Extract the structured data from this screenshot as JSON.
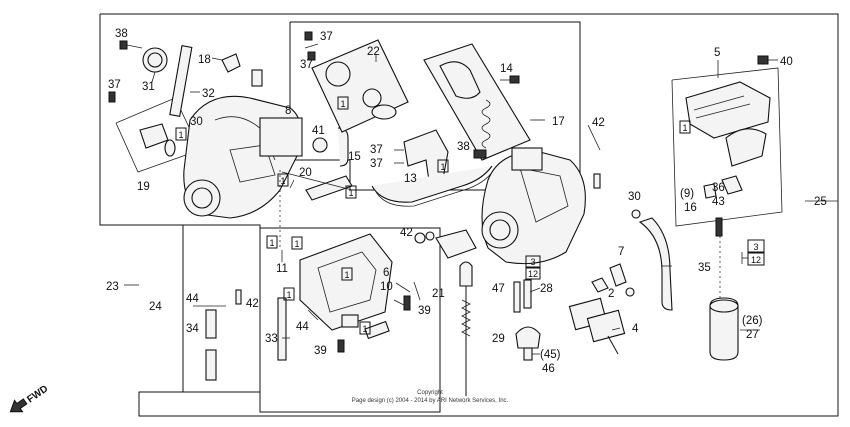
{
  "callouts": [
    {
      "id": "c38",
      "text": "38"
    },
    {
      "id": "c31",
      "text": "31"
    },
    {
      "id": "c18",
      "text": "18"
    },
    {
      "id": "c32",
      "text": "32"
    },
    {
      "id": "c37a",
      "text": "37"
    },
    {
      "id": "c30a",
      "text": "30"
    },
    {
      "id": "c19",
      "text": "19"
    },
    {
      "id": "c8",
      "text": "8"
    },
    {
      "id": "c41",
      "text": "41"
    },
    {
      "id": "c15",
      "text": "15"
    },
    {
      "id": "c20",
      "text": "20"
    },
    {
      "id": "c11",
      "text": "11"
    },
    {
      "id": "c37b",
      "text": "37"
    },
    {
      "id": "c37c",
      "text": "37"
    },
    {
      "id": "c22",
      "text": "22"
    },
    {
      "id": "c14",
      "text": "14"
    },
    {
      "id": "c17",
      "text": "17"
    },
    {
      "id": "c37d",
      "text": "37"
    },
    {
      "id": "c37e",
      "text": "37"
    },
    {
      "id": "c38b",
      "text": "38"
    },
    {
      "id": "c13",
      "text": "13"
    },
    {
      "id": "c42a",
      "text": "42"
    },
    {
      "id": "c5",
      "text": "5"
    },
    {
      "id": "c40",
      "text": "40"
    },
    {
      "id": "c25",
      "text": "25"
    },
    {
      "id": "c30b",
      "text": "30"
    },
    {
      "id": "c9",
      "text": "(9)"
    },
    {
      "id": "c16",
      "text": "16"
    },
    {
      "id": "c36",
      "text": "36"
    },
    {
      "id": "c43",
      "text": "43"
    },
    {
      "id": "c23",
      "text": "23"
    },
    {
      "id": "c24",
      "text": "24"
    },
    {
      "id": "c44a",
      "text": "44"
    },
    {
      "id": "c42b",
      "text": "42"
    },
    {
      "id": "c34",
      "text": "34"
    },
    {
      "id": "c33",
      "text": "33"
    },
    {
      "id": "c44b",
      "text": "44"
    },
    {
      "id": "c39a",
      "text": "39"
    },
    {
      "id": "c39b",
      "text": "39"
    },
    {
      "id": "c6",
      "text": "6"
    },
    {
      "id": "c10",
      "text": "10"
    },
    {
      "id": "c42c",
      "text": "42"
    },
    {
      "id": "c21",
      "text": "21"
    },
    {
      "id": "c47",
      "text": "47"
    },
    {
      "id": "c28",
      "text": "28"
    },
    {
      "id": "c29",
      "text": "29"
    },
    {
      "id": "c45",
      "text": "(45)"
    },
    {
      "id": "c46",
      "text": "46"
    },
    {
      "id": "c7",
      "text": "7"
    },
    {
      "id": "c2",
      "text": "2"
    },
    {
      "id": "c4",
      "text": "4"
    },
    {
      "id": "c35",
      "text": "35"
    },
    {
      "id": "c26",
      "text": "(26)"
    },
    {
      "id": "c27",
      "text": "27"
    }
  ],
  "boxed_labels": [
    {
      "id": "b1a",
      "text": "1"
    },
    {
      "id": "b1b",
      "text": "1"
    },
    {
      "id": "b1c",
      "text": "1"
    },
    {
      "id": "b1d",
      "text": "1"
    },
    {
      "id": "b1e",
      "text": "1"
    },
    {
      "id": "b1f",
      "text": "1"
    },
    {
      "id": "b1g",
      "text": "1"
    },
    {
      "id": "b1h",
      "text": "1"
    },
    {
      "id": "b1i",
      "text": "1"
    },
    {
      "id": "b1j",
      "text": "1"
    },
    {
      "id": "b1k",
      "text": "1"
    },
    {
      "id": "b3a",
      "text": "3"
    },
    {
      "id": "b12a",
      "text": "12"
    },
    {
      "id": "b3b",
      "text": "3"
    },
    {
      "id": "b12b",
      "text": "12"
    }
  ],
  "copyright_lines": [
    "Copyright",
    "Page design (c) 2004 - 2014 by ARI Network Services, Inc."
  ],
  "fwd_label": "FWD",
  "colors": {
    "ink": "#111111",
    "paper": "#ffffff"
  }
}
